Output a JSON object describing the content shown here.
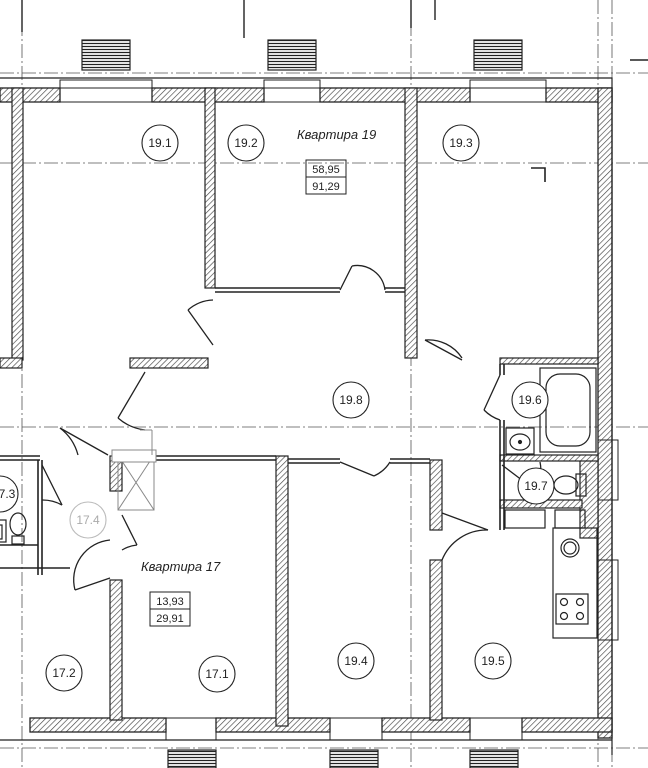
{
  "colors": {
    "wall_hatch": "#444444",
    "line": "#1a1a1a",
    "grid": "#555555",
    "muted_text": "#aaaaaa"
  },
  "apartments": [
    {
      "id": "apt19",
      "title": "Квартира 19",
      "living_area": "58,95",
      "total_area": "91,29"
    },
    {
      "id": "apt17",
      "title": "Квартира 17",
      "living_area": "13,93",
      "total_area": "29,91"
    }
  ],
  "rooms": {
    "r19_1": "19.1",
    "r19_2": "19.2",
    "r19_3": "19.3",
    "r19_4": "19.4",
    "r19_5": "19.5",
    "r19_6": "19.6",
    "r19_7": "19.7",
    "r19_8": "19.8",
    "r17_1": "17.1",
    "r17_2": "17.2",
    "r17_3_partial": "7.3",
    "r17_4": "17.4"
  },
  "icons": [
    "radiator-icon",
    "bathtub-icon",
    "sink-icon",
    "toilet-icon",
    "stove-icon"
  ]
}
